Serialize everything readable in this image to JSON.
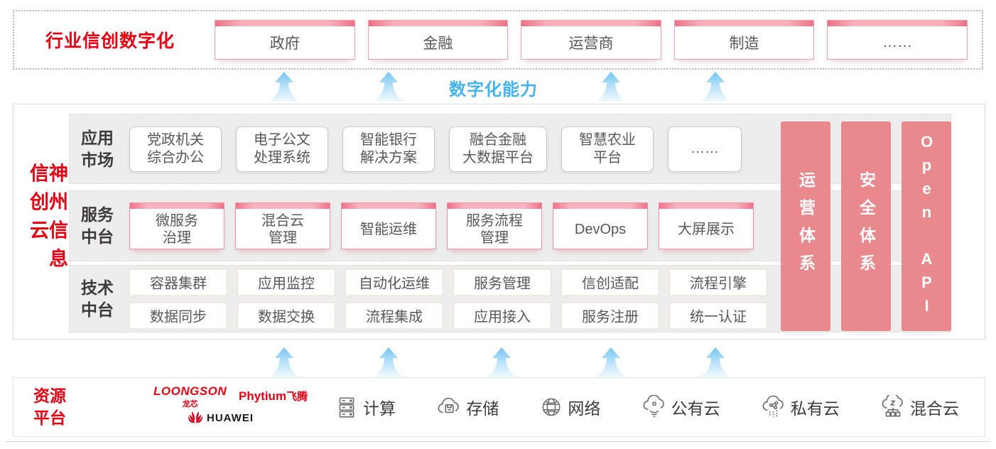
{
  "colors": {
    "brand_red": "#e60012",
    "side_bar_pink": "#e8898d",
    "capability_blue": "#45b4ee",
    "box_text_gray": "#595757"
  },
  "top_banner": {
    "title": "行业信创数字化",
    "industries": [
      "政府",
      "金融",
      "运营商",
      "制造",
      "……"
    ]
  },
  "capability_label": "数字化能力",
  "platform": {
    "title": "神州信息信创云",
    "rows": [
      {
        "label": "应用\n市场",
        "items": [
          "党政机关\n综合办公",
          "电子公文\n处理系统",
          "智能银行\n解决方案",
          "融合金融\n大数据平台",
          "智慧农业\n平台",
          "……"
        ]
      },
      {
        "label": "服务\n中台",
        "items": [
          "微服务\n治理",
          "混合云\n管理",
          "智能运维",
          "服务流程\n管理",
          "DevOps",
          "大屏展示"
        ]
      },
      {
        "label": "技术\n中台",
        "items_row1": [
          "容器集群",
          "应用监控",
          "自动化运维",
          "服务管理",
          "信创适配",
          "流程引擎"
        ],
        "items_row2": [
          "数据同步",
          "数据交换",
          "流程集成",
          "应用接入",
          "服务注册",
          "统一认证"
        ]
      }
    ],
    "side_bars": [
      "运营体系",
      "安全体系",
      "Open API"
    ]
  },
  "resources": {
    "label": "资源\n平台",
    "vendors": {
      "loongson": {
        "name": "LOONGSON",
        "sub": "龙芯"
      },
      "phytium": {
        "name": "Phytium",
        "sub": "飞腾"
      },
      "huawei": {
        "name": "HUAWEI"
      }
    },
    "items": [
      {
        "icon": "compute-icon",
        "label": "计算"
      },
      {
        "icon": "storage-icon",
        "label": "存储"
      },
      {
        "icon": "network-icon",
        "label": "网络"
      },
      {
        "icon": "public-cloud-icon",
        "label": "公有云"
      },
      {
        "icon": "private-cloud-icon",
        "label": "私有云"
      },
      {
        "icon": "hybrid-cloud-icon",
        "label": "混合云"
      }
    ]
  }
}
